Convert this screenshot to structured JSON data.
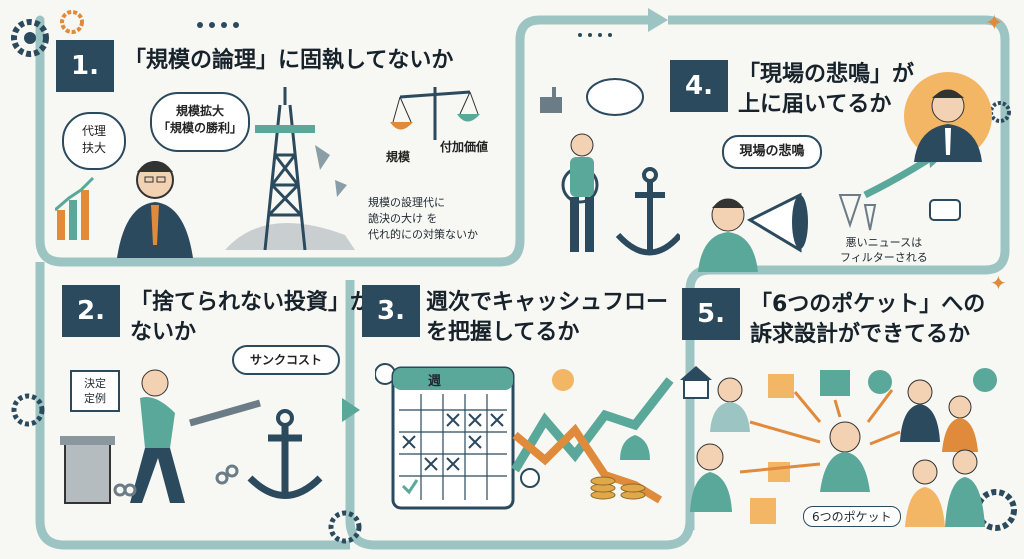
{
  "panels": [
    {
      "number": "1.",
      "title": "「規模の論理」に固執してないか",
      "bubble_small": [
        "代理",
        "扶大"
      ],
      "bubble_large": [
        "規模拡大",
        "「規模の勝利」"
      ],
      "scale_left": "規模",
      "scale_right": "付加価値",
      "caption": [
        "規模の設理代に",
        "詭決の大け を",
        "代れ的にの対策ないか"
      ]
    },
    {
      "number": "2.",
      "title": [
        "「捨てられない投資」が",
        "ないか"
      ],
      "sign": [
        "決定",
        "定例"
      ],
      "bubble": "サンクコスト"
    },
    {
      "number": "3.",
      "title": [
        "週次でキャッシュフロー",
        "を把握してるか"
      ],
      "calendar_label": "週"
    },
    {
      "number": "4.",
      "title": [
        "「現場の悲鳴」が",
        "上に届いてるか"
      ],
      "bubble": "現場の悲鳴",
      "caption": [
        "悪いニュースは",
        "フィルターされる"
      ]
    },
    {
      "number": "5.",
      "title": [
        "「6つのポケット」への",
        "訴求設計ができてるか"
      ],
      "caption": "6つのポケット"
    }
  ],
  "colors": {
    "accent": "#2b4a5e",
    "teal": "#5aa89a",
    "orange": "#e08a3c",
    "path": "#9cc4c2"
  }
}
